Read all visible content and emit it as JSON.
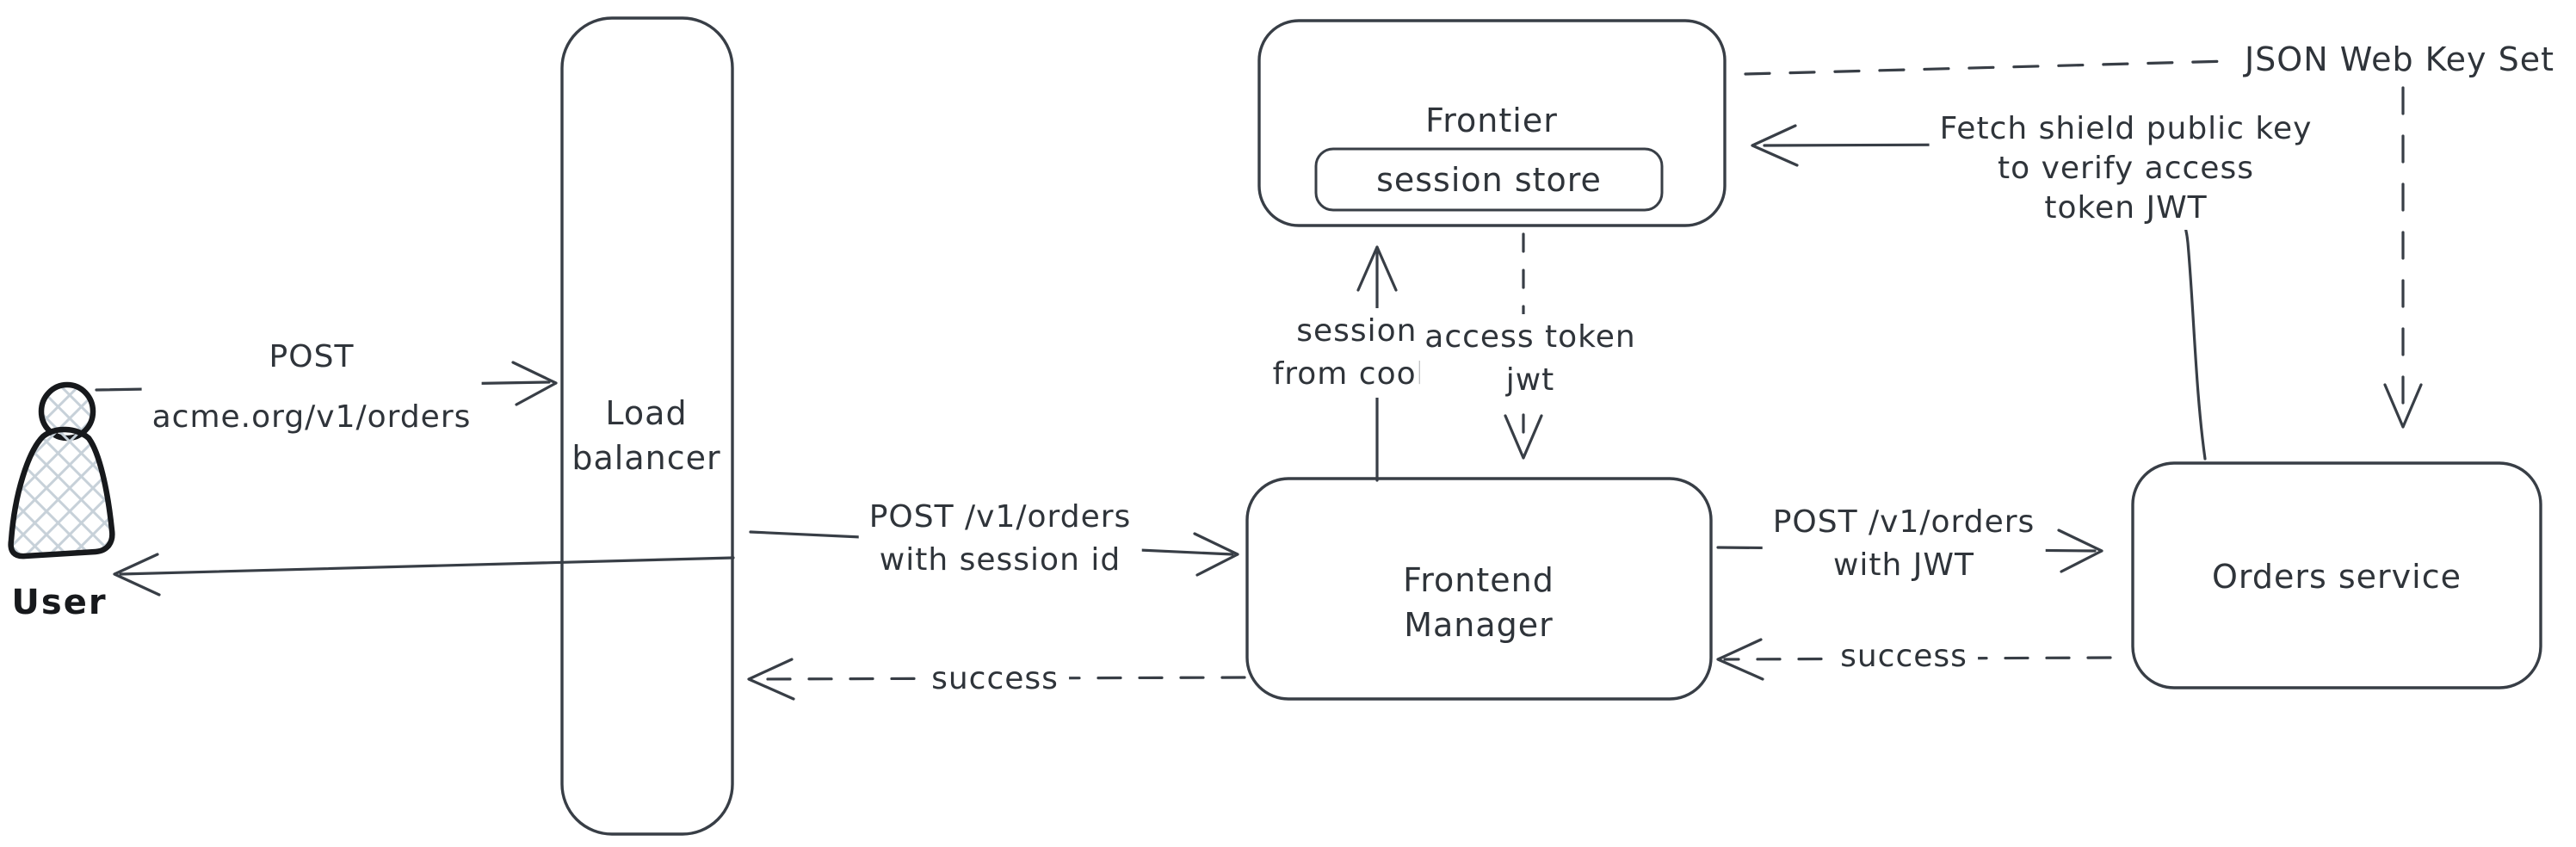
{
  "diagram": {
    "type": "architecture-flow",
    "background": "#ffffff",
    "stroke_color": "#383e46",
    "text_color": "#2f343a",
    "user_fill_hatch": "#c7d1d9",
    "user_stroke_color": "#17191c"
  },
  "nodes": {
    "user": {
      "label": "User",
      "shape": "person-icon"
    },
    "load_balancer": {
      "label_line1": "Load",
      "label_line2": "balancer",
      "shape": "rounded-rect"
    },
    "frontier": {
      "label": "Frontier",
      "shape": "rounded-rect"
    },
    "session_store": {
      "label": "session store",
      "shape": "rounded-rect",
      "parent": "frontier"
    },
    "frontend_manager": {
      "label_line1": "Frontend",
      "label_line2": "Manager",
      "shape": "rounded-rect"
    },
    "orders_service": {
      "label": "Orders service",
      "shape": "rounded-rect"
    },
    "json_web_key_set": {
      "label": "JSON Web Key Set",
      "shape": "text"
    }
  },
  "edges": {
    "user_to_load_balancer": {
      "label_line1": "POST",
      "label_line2": "acme.org/v1/orders",
      "style": "solid",
      "direction": "right"
    },
    "load_balancer_to_user": {
      "style": "solid",
      "direction": "left"
    },
    "load_balancer_to_frontend_manager": {
      "label_line1": "POST /v1/orders",
      "label_line2": "with session id",
      "style": "solid",
      "direction": "right"
    },
    "frontend_manager_to_load_balancer": {
      "label": "success",
      "style": "dashed",
      "direction": "left"
    },
    "frontend_manager_to_frontier": {
      "label_line1": "session id",
      "label_line2": "from cookies",
      "style": "solid",
      "direction": "up"
    },
    "frontier_to_frontend_manager": {
      "label_line1": "access token",
      "label_line2": "jwt",
      "style": "dashed",
      "direction": "down"
    },
    "frontend_manager_to_orders_service": {
      "label_line1": "POST /v1/orders",
      "label_line2": "with JWT",
      "style": "solid",
      "direction": "right"
    },
    "orders_service_to_frontend_manager": {
      "label": "success",
      "style": "dashed",
      "direction": "left"
    },
    "orders_service_to_frontier": {
      "label_line1": "Fetch shield public key",
      "label_line2": "to verify access",
      "label_line3": "token JWT",
      "style": "solid",
      "direction": "left"
    },
    "frontier_to_json_web_key_set": {
      "style": "dashed"
    },
    "json_web_key_set_to_orders_service": {
      "style": "dashed",
      "direction": "down"
    }
  }
}
